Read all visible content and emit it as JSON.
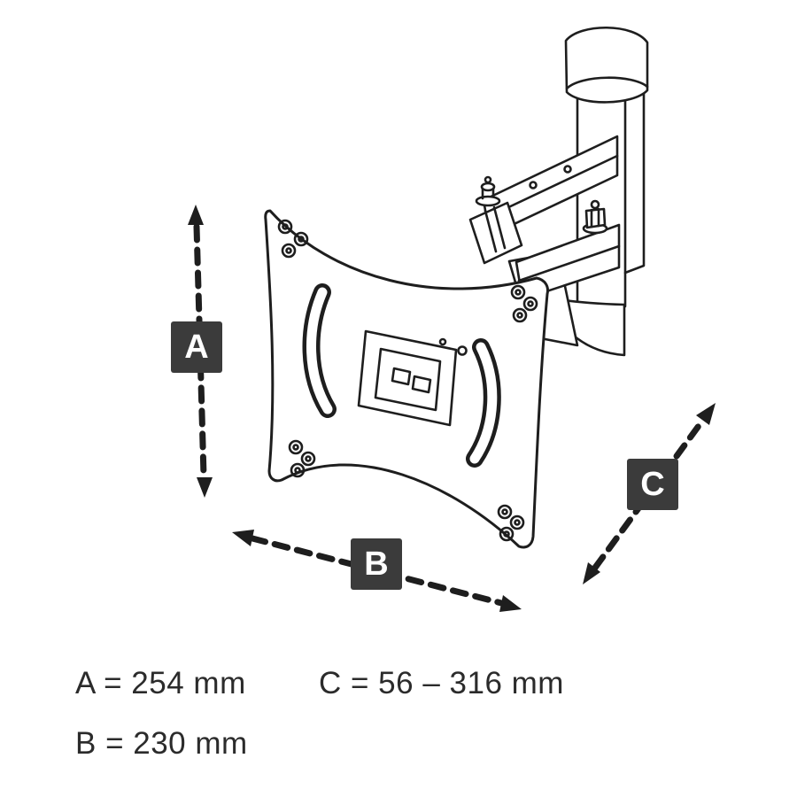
{
  "labels": {
    "a": "A",
    "b": "B",
    "c": "C"
  },
  "dimensions": {
    "a": "A = 254 mm",
    "b": "B = 230 mm",
    "c": "C = 56 – 316 mm"
  },
  "colors": {
    "background": "#ffffff",
    "line": "#1e1e1e",
    "label_background": "#3b3b3b",
    "label_text": "#ffffff",
    "dimension_text": "#2b2b2b"
  }
}
